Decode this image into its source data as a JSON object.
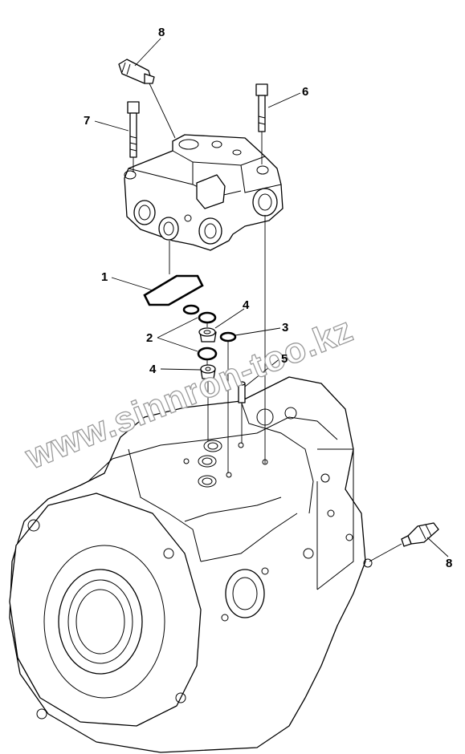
{
  "callouts": [
    {
      "id": "c8a",
      "label": "8"
    },
    {
      "id": "c6",
      "label": "6"
    },
    {
      "id": "c7",
      "label": "7"
    },
    {
      "id": "c1",
      "label": "1"
    },
    {
      "id": "c4a",
      "label": "4"
    },
    {
      "id": "c2",
      "label": "2"
    },
    {
      "id": "c3",
      "label": "3"
    },
    {
      "id": "c4b",
      "label": "4"
    },
    {
      "id": "c5",
      "label": "5"
    },
    {
      "id": "c8b",
      "label": "8"
    }
  ],
  "watermark": "www.sinnron-too.kz"
}
